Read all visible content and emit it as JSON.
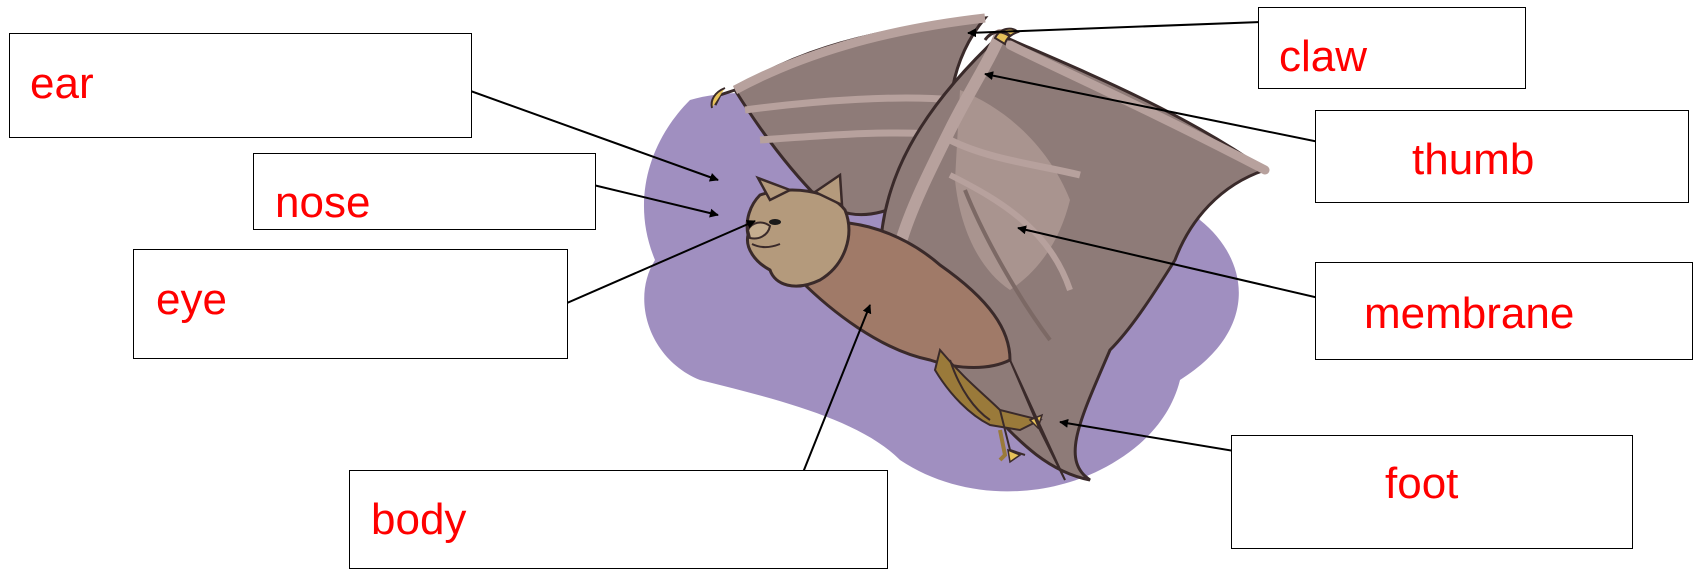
{
  "diagram": {
    "labels": {
      "ear": "ear",
      "nose": "nose",
      "eye": "eye",
      "body": "body",
      "claw": "claw",
      "thumb": "thumb",
      "membrane": "membrane",
      "foot": "foot"
    },
    "colors": {
      "label_text": "#ff0000",
      "box_border": "#000000",
      "arrow": "#000000",
      "background_blob": "#a08fc0",
      "wing_membrane": "#8e7b78",
      "wing_bone": "#a99390",
      "bat_body": "#a07a68",
      "bat_head": "#b49a7c",
      "bat_legs": "#9a7a3a",
      "outline": "#3a2a2a"
    }
  }
}
